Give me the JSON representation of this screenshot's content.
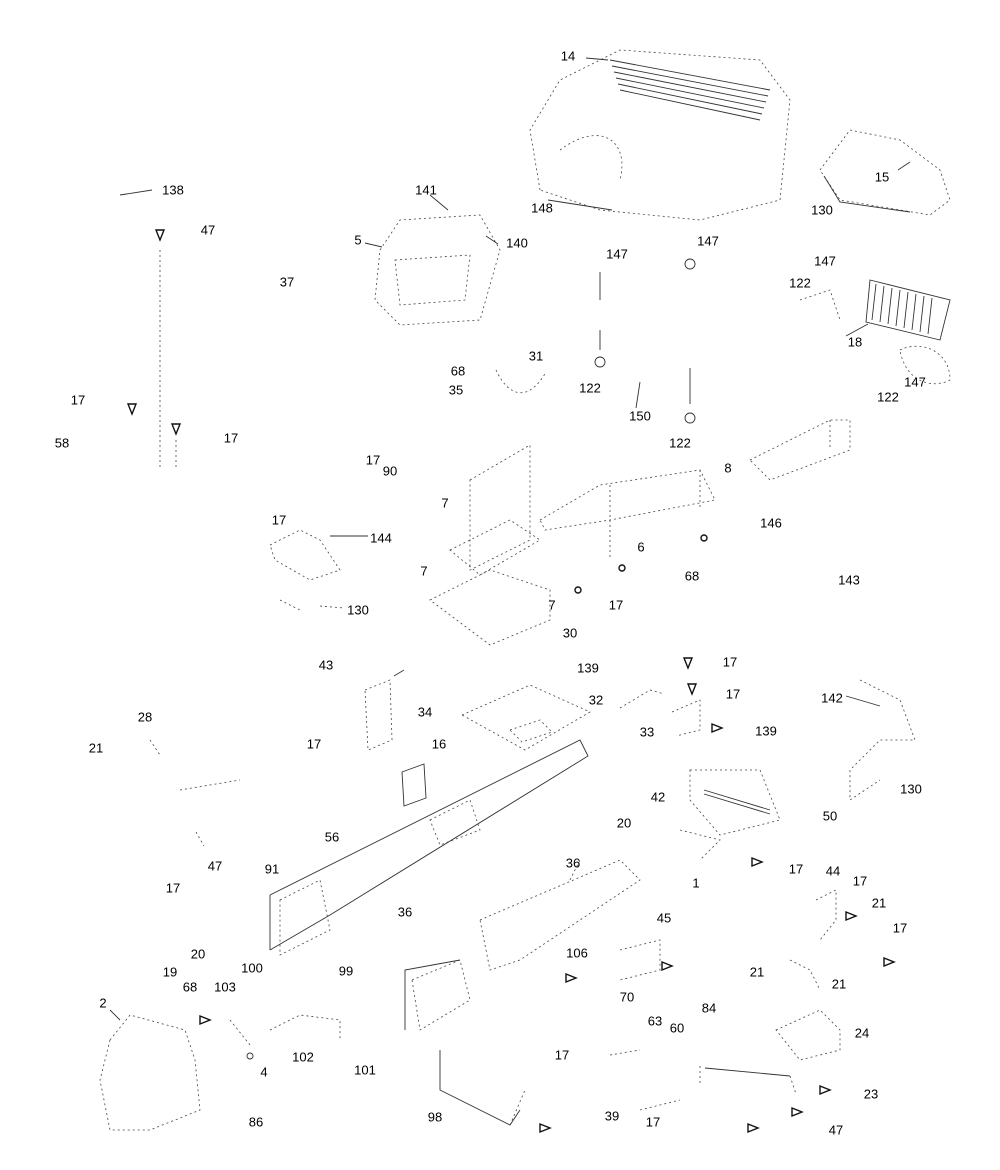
{
  "diagram": {
    "callouts": [
      "14",
      "148",
      "130",
      "15",
      "141",
      "140",
      "138",
      "47",
      "5",
      "37",
      "147",
      "147",
      "147",
      "122",
      "122",
      "68",
      "31",
      "35",
      "18",
      "147",
      "122",
      "150",
      "122",
      "17",
      "58",
      "17",
      "17",
      "90",
      "8",
      "7",
      "146",
      "17",
      "144",
      "6",
      "7",
      "68",
      "17",
      "7",
      "143",
      "130",
      "30",
      "43",
      "139",
      "17",
      "17",
      "142",
      "32",
      "34",
      "33",
      "139",
      "28",
      "16",
      "17",
      "21",
      "130",
      "42",
      "50",
      "56",
      "47",
      "20",
      "91",
      "17",
      "36",
      "44",
      "17",
      "36",
      "1",
      "21",
      "17",
      "45",
      "17",
      "20",
      "106",
      "19",
      "100",
      "99",
      "21",
      "21",
      "68",
      "103",
      "70",
      "84",
      "63",
      "60",
      "2",
      "24",
      "102",
      "4",
      "101",
      "17",
      "23",
      "86",
      "98",
      "39",
      "17",
      "47"
    ]
  }
}
